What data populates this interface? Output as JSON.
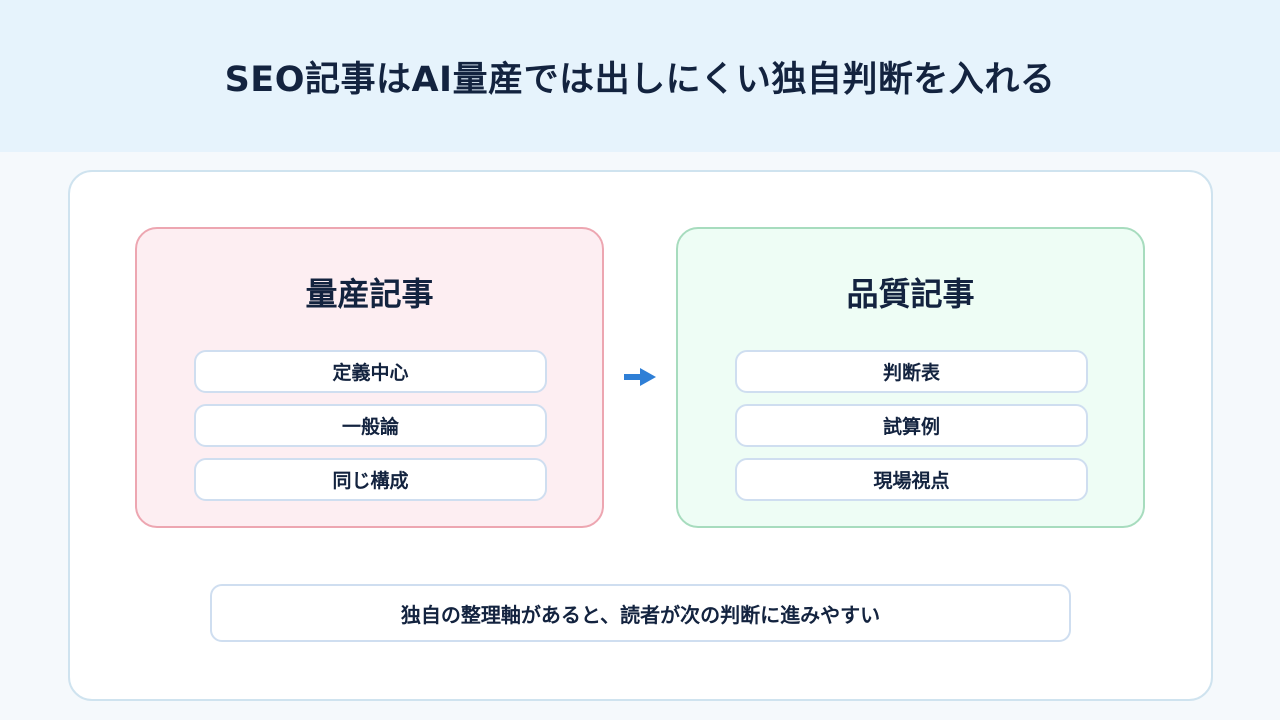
{
  "title": "SEO記事はAI量産では出しにくい独自判断を入れる",
  "left_card": {
    "heading": "量産記事",
    "items": [
      "定義中心",
      "一般論",
      "同じ構成"
    ]
  },
  "right_card": {
    "heading": "品質記事",
    "items": [
      "判断表",
      "試算例",
      "現場視点"
    ]
  },
  "arrow_icon": "arrow-right-icon",
  "conclusion": "独自の整理軸があると、読者が次の判断に進みやすい",
  "colors": {
    "header_bg": "#e6f3fc",
    "left_card_bg": "#fdeef2",
    "left_card_border": "#eda6b1",
    "right_card_bg": "#eefdf5",
    "right_card_border": "#a7dcbe",
    "arrow": "#2f7fd6",
    "text": "#13233f"
  }
}
